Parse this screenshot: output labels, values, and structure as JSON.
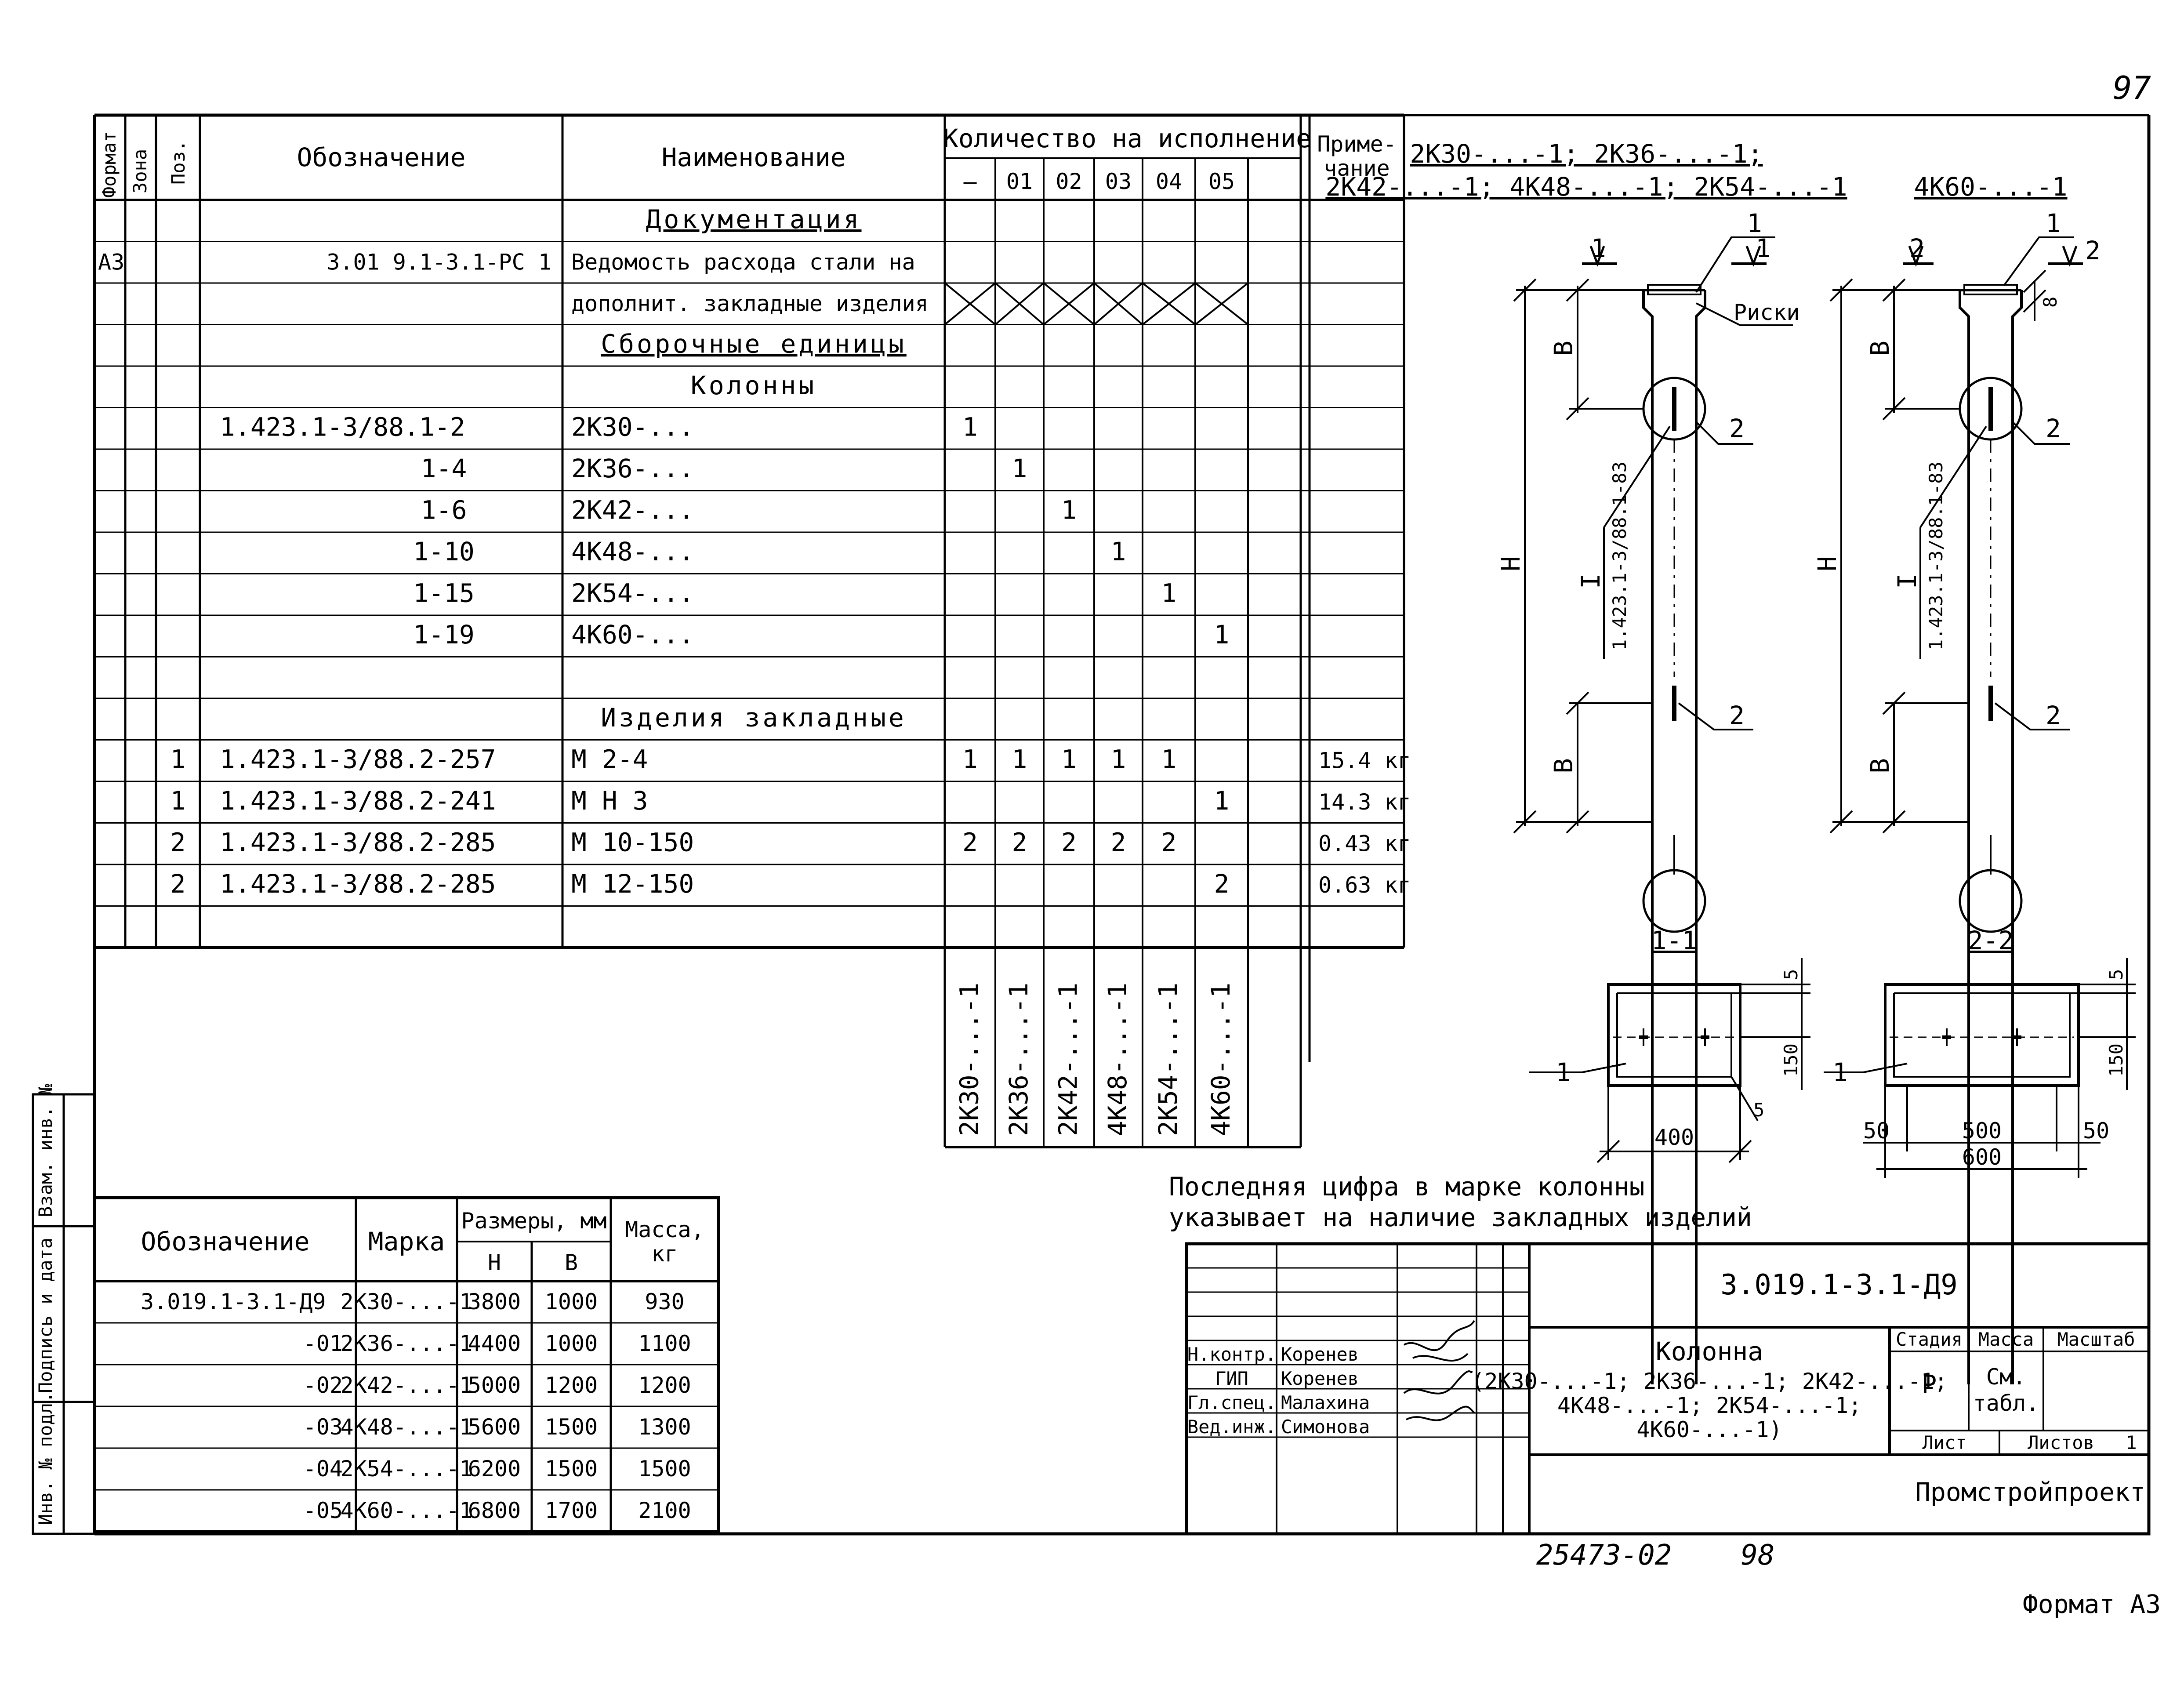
{
  "page_number": "97",
  "bottom_number": "25473-02",
  "bottom_page": "98",
  "format_label": "Формат А3",
  "spec": {
    "headers": {
      "format": "Формат",
      "zone": "Зона",
      "pos": "Поз.",
      "designation": "Обозначение",
      "name": "Наименование",
      "qty": "Количество на исполнение",
      "note_line1": "Приме-",
      "note_line2": "чание",
      "variants": [
        "—",
        "01",
        "02",
        "03",
        "04",
        "05"
      ]
    },
    "rows": [
      {
        "format": "",
        "pos": "",
        "designation": "",
        "name": "Документация",
        "section": true,
        "qty": [
          "",
          "",
          "",
          "",
          "",
          ""
        ],
        "note": ""
      },
      {
        "format": "А3",
        "pos": "",
        "designation": "3.01 9.1-3.1-РС 1",
        "name": "Ведомость расхода стали на",
        "qty": [
          "",
          "",
          "",
          "",
          "",
          ""
        ],
        "note": ""
      },
      {
        "format": "",
        "pos": "",
        "designation": "",
        "name": "дополнит. закладные изделия",
        "crossed": true,
        "qty": [
          "",
          "",
          "",
          "",
          "",
          ""
        ],
        "note": ""
      },
      {
        "format": "",
        "pos": "",
        "designation": "",
        "name": "Сборочные единицы",
        "section": true,
        "qty": [
          "",
          "",
          "",
          "",
          "",
          ""
        ],
        "note": ""
      },
      {
        "format": "",
        "pos": "",
        "designation": "",
        "name": "Колонны",
        "section": true,
        "plain": true,
        "qty": [
          "",
          "",
          "",
          "",
          "",
          ""
        ],
        "note": ""
      },
      {
        "format": "",
        "pos": "",
        "designation": "1.423.1-3/88.1-2",
        "name": "2К30-...",
        "qty": [
          "1",
          "",
          "",
          "",
          "",
          ""
        ],
        "note": ""
      },
      {
        "format": "",
        "pos": "",
        "designation": "1-4",
        "indent": true,
        "name": "2К36-...",
        "qty": [
          "",
          "1",
          "",
          "",
          "",
          ""
        ],
        "note": ""
      },
      {
        "format": "",
        "pos": "",
        "designation": "1-6",
        "indent": true,
        "name": "2К42-...",
        "qty": [
          "",
          "",
          "1",
          "",
          "",
          ""
        ],
        "note": ""
      },
      {
        "format": "",
        "pos": "",
        "designation": "1-10",
        "indent": true,
        "name": "4К48-...",
        "qty": [
          "",
          "",
          "",
          "1",
          "",
          ""
        ],
        "note": ""
      },
      {
        "format": "",
        "pos": "",
        "designation": "1-15",
        "indent": true,
        "name": "2К54-...",
        "qty": [
          "",
          "",
          "",
          "",
          "1",
          ""
        ],
        "note": ""
      },
      {
        "format": "",
        "pos": "",
        "designation": "1-19",
        "indent": true,
        "name": "4К60-...",
        "qty": [
          "",
          "",
          "",
          "",
          "",
          "1"
        ],
        "note": ""
      },
      {
        "format": "",
        "pos": "",
        "designation": "",
        "name": "",
        "qty": [
          "",
          "",
          "",
          "",
          "",
          ""
        ],
        "note": ""
      },
      {
        "format": "",
        "pos": "",
        "designation": "",
        "name": "Изделия закладные",
        "section": true,
        "plain": true,
        "qty": [
          "",
          "",
          "",
          "",
          "",
          ""
        ],
        "note": ""
      },
      {
        "format": "",
        "pos": "1",
        "designation": "1.423.1-3/88.2-257",
        "name": "М 2-4",
        "qty": [
          "1",
          "1",
          "1",
          "1",
          "1",
          ""
        ],
        "note": "15.4 кг"
      },
      {
        "format": "",
        "pos": "1",
        "designation": "1.423.1-3/88.2-241",
        "name": "М Н 3",
        "qty": [
          "",
          "",
          "",
          "",
          "",
          "1"
        ],
        "note": "14.3 кг"
      },
      {
        "format": "",
        "pos": "2",
        "designation": "1.423.1-3/88.2-285",
        "name": "М 10-150",
        "qty": [
          "2",
          "2",
          "2",
          "2",
          "2",
          ""
        ],
        "note": "0.43 кг"
      },
      {
        "format": "",
        "pos": "2",
        "designation": "1.423.1-3/88.2-285",
        "name": "М 12-150",
        "qty": [
          "",
          "",
          "",
          "",
          "",
          "2"
        ],
        "note": "0.63 кг"
      },
      {
        "format": "",
        "pos": "",
        "designation": "",
        "name": "",
        "qty": [
          "",
          "",
          "",
          "",
          "",
          ""
        ],
        "note": ""
      }
    ],
    "column_marks": [
      "2К30-...-1",
      "2К36-...-1",
      "2К42-...-1",
      "4К48-...-1",
      "2К54-...-1",
      "4К60-...-1"
    ]
  },
  "marks_table": {
    "headers": {
      "designation": "Обозначение",
      "mark": "Марка",
      "sizes": "Размеры, мм",
      "h": "Н",
      "b": "В",
      "mass_line1": "Масса,",
      "mass_line2": "кг"
    },
    "rows": [
      {
        "designation": "3.019.1-3.1-Д9",
        "mark": "2К30-...-1",
        "h": "3800",
        "b": "1000",
        "mass": "930"
      },
      {
        "designation": "-01",
        "mark": "2К36-...-1",
        "h": "4400",
        "b": "1000",
        "mass": "1100"
      },
      {
        "designation": "-02",
        "mark": "2К42-...-1",
        "h": "5000",
        "b": "1200",
        "mass": "1200"
      },
      {
        "designation": "-03",
        "mark": "4К48-...-1",
        "h": "5600",
        "b": "1500",
        "mass": "1300"
      },
      {
        "designation": "-04",
        "mark": "2К54-...-1",
        "h": "6200",
        "b": "1500",
        "mass": "1500"
      },
      {
        "designation": "-05",
        "mark": "4К60-...-1",
        "h": "6800",
        "b": "1700",
        "mass": "2100"
      }
    ]
  },
  "side_stamp": [
    "Инв. № подл.",
    "Подпись и дата",
    "Взам. инв. №"
  ],
  "drawing": {
    "caption1_line1": "2К30-...-1; 2К36-...-1;",
    "caption1_line2": "2К42-...-1; 4К48-...-1; 2К54-...-1",
    "caption2": "4К60-...-1",
    "riski": "Риски",
    "leader1": "1",
    "leader2": "2",
    "sec1": "1",
    "sec2": "2",
    "dim_b": "В",
    "dim_h": "Н",
    "dim_8": "8",
    "ref_I": "I",
    "ref_doc": "1.423.1-3/88.1-83",
    "section1": "1-1",
    "section2": "2-2",
    "dim_5": "5",
    "dim_150": "150",
    "dim_400": "400",
    "dim_50": "50",
    "dim_500": "500",
    "dim_600": "600"
  },
  "note_line1": "Последняя цифра в марке колонны",
  "note_line2": "указывает на наличие закладных изделий",
  "title_block": {
    "code": "3.019.1-3.1-Д9",
    "roles": [
      "Н.контр.",
      "ГИП",
      "Гл.спец.",
      "Вед.инж."
    ],
    "names": [
      "Коренев",
      "Коренев",
      "Малахина",
      "Симонова"
    ],
    "title_line1": "Колонна",
    "title_line2": "(2К30-...-1; 2К36-...-1; 2К42-...-1;",
    "title_line3": "4К48-...-1; 2К54-...-1;",
    "title_line4": "4К60-...-1)",
    "stage_label": "Стадия",
    "mass_label": "Масса",
    "scale_label": "Масштаб",
    "stage": "Р",
    "mass_line1": "См.",
    "mass_line2": "табл.",
    "sheet_label": "Лист",
    "sheets_label": "Листов",
    "sheets": "1",
    "org": "Промстройпроект"
  }
}
